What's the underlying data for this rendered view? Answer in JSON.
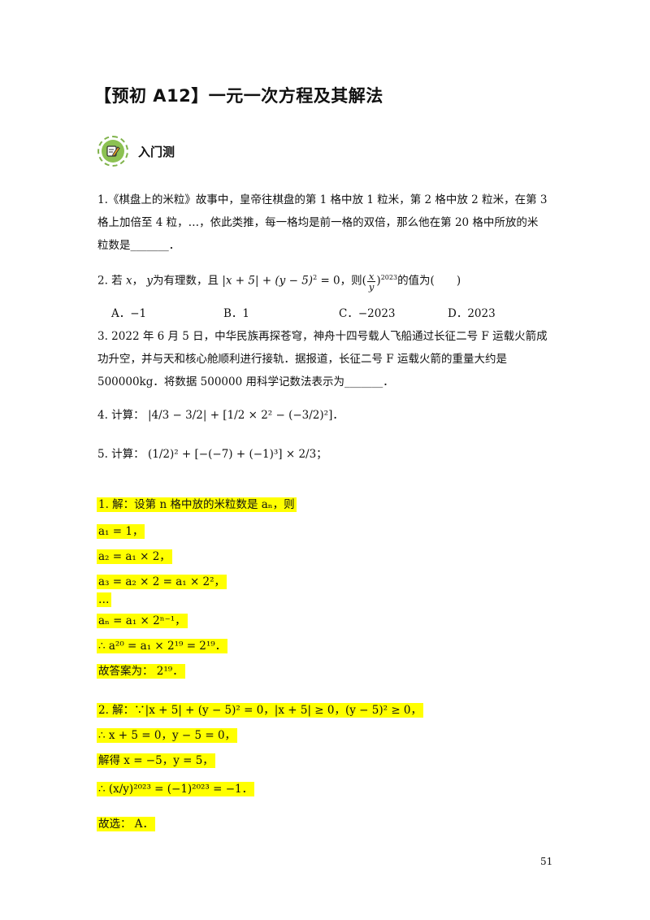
{
  "title": "【预初 A12】一元一次方程及其解法",
  "section": {
    "label": "入门测",
    "icon": "pencil-notebook-icon"
  },
  "questions": {
    "q1": {
      "line1": "1.《棋盘上的米粒》故事中，皇帝往棋盘的第 1 格中放 1 粒米，第 2 格中放 2 粒米，在第 3",
      "line2": "格上加倍至 4 粒，…，依此类推，每一格均是前一格的双倍，那么他在第 20 格中所放的米",
      "line3": "粒数是_______．"
    },
    "q2": {
      "prefix": "2. 若",
      "var_x": "x",
      "comma1": "，",
      "var_y": "y",
      "mid": "为有理数，且",
      "condition": "|x + 5| + (y − 5)",
      "cond_exp": "2",
      "cond_eq": " = 0",
      "then": "，则",
      "frac_num": "x",
      "frac_den": "y",
      "pow": "2023",
      "suffix": "的值为(　　)"
    },
    "options": {
      "a": "A．−1",
      "b": "B．1",
      "c": "C．−2023",
      "d": "D．2023"
    },
    "q3": {
      "line1": "3. 2022 年 6 月 5 日，中华民族再探苍穹，神舟十四号载人飞船通过长征二号 F 运载火箭成",
      "line2": "功升空，并与天和核心舱顺利进行接轨．据报道，长征二号 F 运载火箭的重量大约是",
      "line3": "500000kg．将数据 500000 用科学记数法表示为_______．"
    },
    "q4": {
      "label": "4. 计算：",
      "expr": "|4/3 − 3/2| + [1/2 × 2² − (−3/2)²]．"
    },
    "q5": {
      "label": "5. 计算：",
      "expr": "(1/2)² + [−(−7) + (−1)³] × 2/3；"
    }
  },
  "answers": {
    "a1": {
      "intro": "1. 解：设第 n 格中放的米粒数是 aₙ，则",
      "l1": "a₁ = 1，",
      "l2": "a₂ = a₁ × 2，",
      "l3": "a₃ = a₂ × 2 = a₁ × 2²，",
      "l4": "…",
      "l5": "aₙ = a₁ × 2ⁿ⁻¹，",
      "l6": "∴ a²⁰ = a₁ × 2¹⁹ = 2¹⁹．",
      "l7": "故答案为： 2¹⁹．"
    },
    "a2": {
      "l1": "2. 解：∵|x + 5| + (y − 5)² = 0，|x + 5| ≥ 0，(y − 5)² ≥ 0，",
      "l2": "∴ x + 5 = 0，y − 5 = 0，",
      "l3": "解得 x = −5，y = 5，",
      "l4": "∴ (x/y)²⁰²³ = (−1)²⁰²³ = −1．",
      "l5": "故选： A．"
    }
  },
  "page_number": "51",
  "colors": {
    "highlight": "#ffff00",
    "badge": "#8cc152"
  }
}
